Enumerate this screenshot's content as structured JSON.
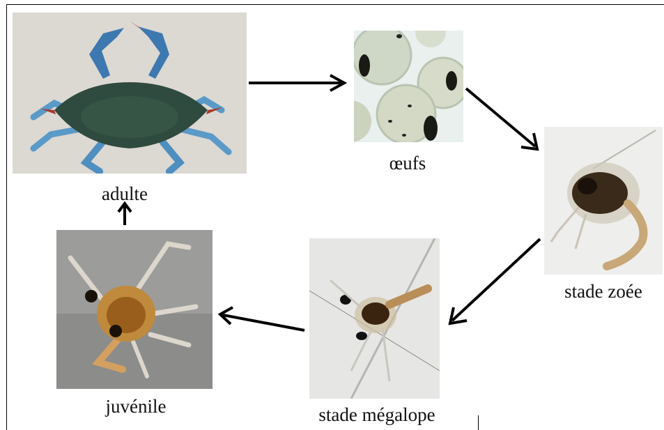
{
  "stages": {
    "adult": {
      "label": "adulte",
      "icon": "blue-crab-photo"
    },
    "eggs": {
      "label": "œufs",
      "icon": "crab-eggs-photo"
    },
    "zoea": {
      "label": "stade zoée",
      "icon": "zoea-larva-photo"
    },
    "megalopa": {
      "label": "stade mégalope",
      "icon": "megalopa-larva-photo"
    },
    "juvenile": {
      "label": "juvénile",
      "icon": "juvenile-crab-photo"
    }
  },
  "colors": {
    "arrow": "#000000",
    "crab_shell": "#2f4a3e",
    "crab_legs": "#4f8fc0",
    "egg_background": "#eef3f0",
    "larva_body": "#3a2a1a"
  }
}
